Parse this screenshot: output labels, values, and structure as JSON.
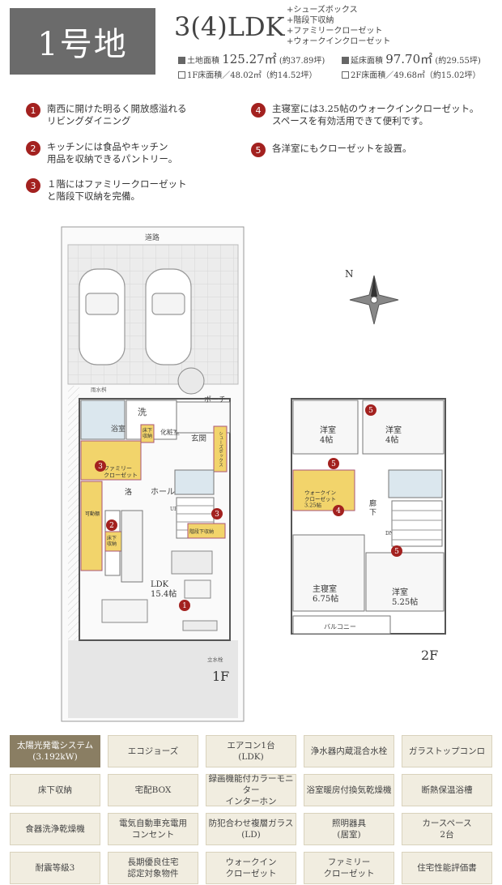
{
  "header": {
    "lot_label": "1号地",
    "plan_type": "3(4)LDK",
    "features": [
      "+シューズボックス",
      "+階段下収納",
      "+ファミリークローゼット",
      "+ウォークインクローゼット"
    ],
    "land_area": {
      "label": "土地面積",
      "value": "125.27㎡",
      "sub": "(約37.89坪)"
    },
    "floor_area": {
      "label": "延床面積",
      "value": "97.70㎡",
      "sub": "(約29.55坪)"
    },
    "floor1": "1F床面積／48.02㎡（約14.52坪）",
    "floor2": "2F床面積／49.68㎡（約15.02坪）"
  },
  "points": [
    {
      "n": "1",
      "text": "南西に開けた明るく開放感溢れる\nリビングダイニング"
    },
    {
      "n": "2",
      "text": "キッチンには食品やキッチン\n用品を収納できるパントリー。"
    },
    {
      "n": "3",
      "text": "１階にはファミリークローゼット\nと階段下収納を完備。"
    },
    {
      "n": "4",
      "text": "主寝室には3.25帖のウォークインクローゼット。\nスペースを有効活用できて便利です。"
    },
    {
      "n": "5",
      "text": "各洋室にもクローゼットを設置。"
    }
  ],
  "floorplan": {
    "road": "道路",
    "rain_tank": "雨水桝",
    "porch": "ポーチ",
    "entrance": "玄関",
    "shoebox": "シューズボックス",
    "washroom": "洗",
    "bath": "浴室",
    "vanity": "化粧室",
    "under_floor": "床下\n収納",
    "family_closet": "ファミリー\nクローゼット",
    "toilet": "洛",
    "hall": "ホール",
    "up": "UP",
    "under_stair": "階段下収納",
    "pantry": "可動棚",
    "kitchen_storage": "床下\n収納",
    "ldk": "LDK\n15.4帖",
    "water_tap": "立水栓",
    "floor1": "1F",
    "room_a": "洋室\n4帖",
    "room_b": "洋室\n4帖",
    "wic": "ウォークイン\nクローゼット\n3.25帖",
    "corridor": "廊\n下",
    "dn": "DN",
    "master": "主寝室\n6.75帖",
    "room_c": "洋室\n5.25帖",
    "balcony": "バルコニー",
    "floor2": "2F",
    "compass": "N"
  },
  "tags": [
    {
      "text": "太陽光発電システム\n(3.192kW)",
      "hl": true
    },
    {
      "text": "エコジョーズ"
    },
    {
      "text": "エアコン1台\n(LDK)"
    },
    {
      "text": "浄水器内蔵混合水栓"
    },
    {
      "text": "ガラストップコンロ"
    },
    {
      "text": "床下収納"
    },
    {
      "text": "宅配BOX"
    },
    {
      "text": "録画機能付カラーモニター\nインターホン"
    },
    {
      "text": "浴室暖房付換気乾燥機"
    },
    {
      "text": "断熱保温浴槽"
    },
    {
      "text": "食器洗浄乾燥機"
    },
    {
      "text": "電気自動車充電用\nコンセント"
    },
    {
      "text": "防犯合わせ複層ガラス\n(LD)"
    },
    {
      "text": "照明器具\n(居室)"
    },
    {
      "text": "カースペース\n2台"
    },
    {
      "text": "耐震等級3"
    },
    {
      "text": "長期優良住宅\n認定対象物件"
    },
    {
      "text": "ウォークイン\nクローゼット"
    },
    {
      "text": "ファミリー\nクローゼット"
    },
    {
      "text": "住宅性能評価書"
    }
  ]
}
